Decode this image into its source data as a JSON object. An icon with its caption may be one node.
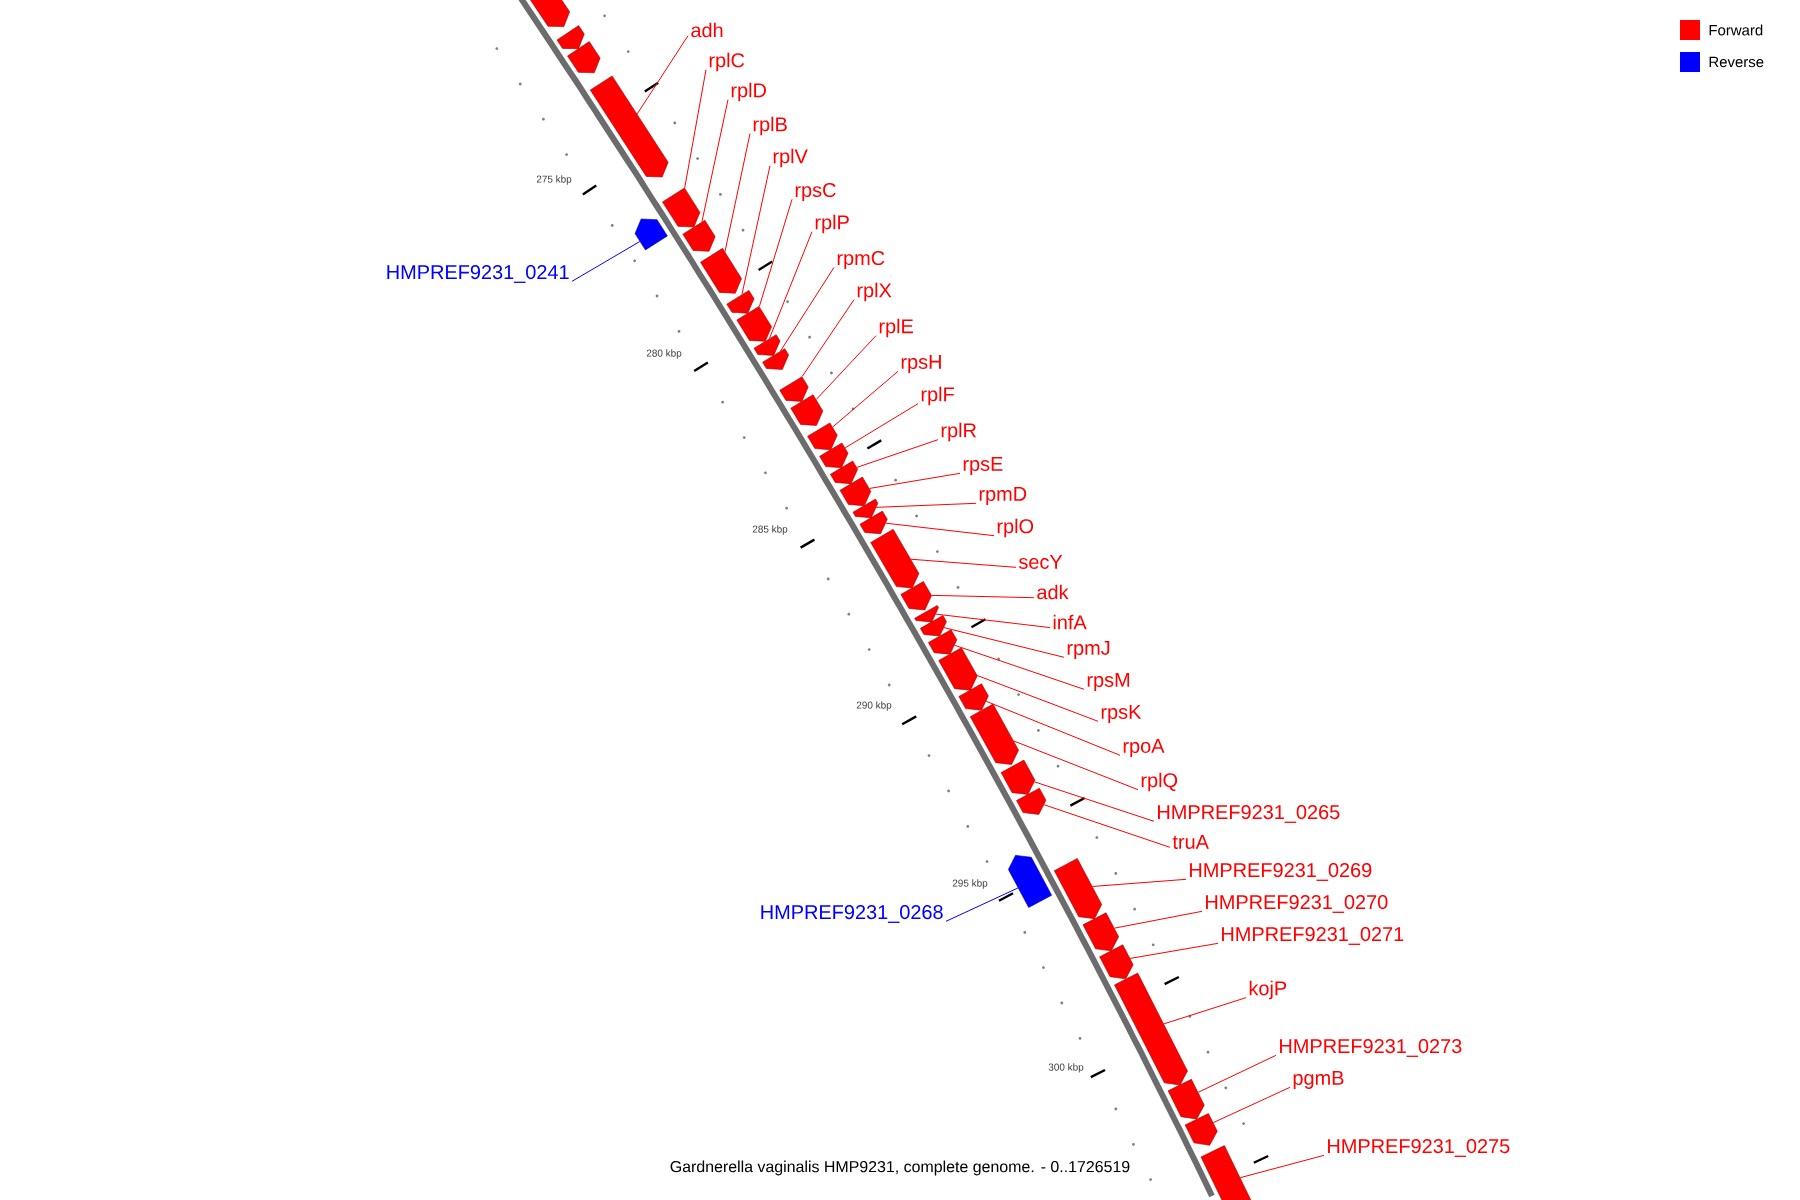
{
  "diagram": {
    "caption": "Gardnerella vaginalis HMP9231, complete genome. - 0..1726519",
    "nodes": [
      {
        "text": [],
        "shape": "arrow"
      },
      {
        "text": [],
        "shape": "arrow"
      },
      {
        "text": [],
        "shape": "arrow"
      },
      {
        "text": [
          "adh"
        ]
      },
      {
        "text": [],
        "shape": "arrow"
      },
      {
        "text": [
          "rplC"
        ]
      },
      {
        "text": [],
        "shape": "arrow"
      },
      {
        "text": [
          "rplD"
        ]
      },
      {
        "text": [],
        "shape": "arrow"
      },
      {
        "text": [
          "rplB"
        ]
      },
      {
        "text": [],
        "shape": "arrow"
      },
      {
        "text": [
          "rplV"
        ]
      },
      {
        "text": [],
        "shape": "arrow"
      },
      {
        "text": [
          "rpsC"
        ]
      },
      {
        "text": [],
        "shape": "arrow"
      },
      {
        "text": [
          "rplP"
        ]
      },
      {
        "text": [],
        "shape": "arrow"
      },
      {
        "text": [
          "rpmC"
        ]
      },
      {
        "text": [],
        "shape": "arrow"
      },
      {
        "text": [
          "HMPREF9231_0241"
        ]
      },
      {
        "text": [],
        "shape": "arrow"
      },
      {
        "text": [
          "rplX"
        ]
      },
      {
        "text": [],
        "shape": "arrow"
      },
      {
        "text": [
          "rplE"
        ]
      },
      {
        "text": [],
        "shape": "arrow"
      },
      {
        "text": [
          "rpsH"
        ]
      },
      {
        "text": [],
        "shape": "arrow"
      },
      {
        "text": [
          "rplF"
        ]
      },
      {
        "text": [],
        "shape": "arrow"
      },
      {
        "text": [
          "rplR"
        ]
      },
      {
        "text": [],
        "shape": "arrow"
      },
      {
        "text": [
          "rpsE"
        ]
      },
      {
        "text": [],
        "shape": "arrow"
      },
      {
        "text": [
          "rpmD"
        ]
      },
      {
        "text": [],
        "shape": "arrow"
      },
      {
        "text": [
          "rplO"
        ]
      },
      {
        "text": [],
        "shape": "arrow"
      },
      {
        "text": [
          "secY"
        ]
      },
      {
        "text": [],
        "shape": "arrow"
      },
      {
        "text": [
          "adk"
        ]
      },
      {
        "text": [],
        "shape": "arrow"
      },
      {
        "text": [
          "infA"
        ]
      },
      {
        "text": [],
        "shape": "arrow"
      },
      {
        "text": [
          "rpmJ"
        ]
      },
      {
        "text": [],
        "shape": "arrow"
      },
      {
        "text": [
          "rpsM"
        ]
      },
      {
        "text": [],
        "shape": "arrow"
      },
      {
        "text": [
          "rpsK"
        ]
      },
      {
        "text": [],
        "shape": "arrow"
      },
      {
        "text": [
          "rpoA"
        ]
      },
      {
        "text": [],
        "shape": "arrow"
      },
      {
        "text": [
          "rplQ"
        ]
      },
      {
        "text": [],
        "shape": "arrow"
      },
      {
        "text": [
          "HMPREF9231_0265"
        ]
      },
      {
        "text": [],
        "shape": "arrow"
      },
      {
        "text": [
          "truA"
        ]
      },
      {
        "text": [],
        "shape": "arrow"
      },
      {
        "text": [
          "HMPREF9231_0269"
        ]
      },
      {
        "text": [],
        "shape": "arrow"
      },
      {
        "text": [
          "HMPREF9231_0270"
        ]
      },
      {
        "text": [],
        "shape": "arrow"
      },
      {
        "text": [
          "HMPREF9231_0268"
        ]
      },
      {
        "text": [],
        "shape": "arrow"
      },
      {
        "text": [
          "HMPREF9231_0271"
        ]
      },
      {
        "text": [],
        "shape": "arrow"
      },
      {
        "text": [
          "kojP"
        ]
      },
      {
        "text": [],
        "shape": "arrow"
      },
      {
        "text": [
          "HMPREF9231_0273"
        ]
      },
      {
        "text": [],
        "shape": "arrow"
      },
      {
        "text": [
          "pgmB"
        ]
      },
      {
        "text": [],
        "shape": "arrow"
      },
      {
        "text": [
          "HMPREF9231_0275"
        ]
      },
      {
        "text": [],
        "shape": "arrow"
      }
    ],
    "edges": [
      {
        "from": 3,
        "to": 4,
        "arrow": "none"
      },
      {
        "from": 5,
        "to": 6,
        "arrow": "none"
      },
      {
        "from": 7,
        "to": 8,
        "arrow": "none"
      },
      {
        "from": 9,
        "to": 10,
        "arrow": "none"
      },
      {
        "from": 11,
        "to": 12,
        "arrow": "none"
      },
      {
        "from": 13,
        "to": 14,
        "arrow": "none"
      },
      {
        "from": 15,
        "to": 16,
        "arrow": "none"
      },
      {
        "from": 17,
        "to": 18,
        "arrow": "none"
      },
      {
        "from": 19,
        "to": 20,
        "arrow": "none",
        "color": "#0000ff"
      },
      {
        "from": 21,
        "to": 22,
        "arrow": "none"
      },
      {
        "from": 23,
        "to": 24,
        "arrow": "none"
      },
      {
        "from": 25,
        "to": 26,
        "arrow": "none"
      },
      {
        "from": 27,
        "to": 28,
        "arrow": "none"
      },
      {
        "from": 29,
        "to": 30,
        "arrow": "none"
      },
      {
        "from": 31,
        "to": 32,
        "arrow": "none"
      },
      {
        "from": 33,
        "to": 34,
        "arrow": "none"
      },
      {
        "from": 35,
        "to": 36,
        "arrow": "none"
      },
      {
        "from": 37,
        "to": 38,
        "arrow": "none"
      },
      {
        "from": 39,
        "to": 40,
        "arrow": "none"
      },
      {
        "from": 41,
        "to": 42,
        "arrow": "none"
      },
      {
        "from": 43,
        "to": 44,
        "arrow": "none"
      },
      {
        "from": 45,
        "to": 46,
        "arrow": "none"
      },
      {
        "from": 47,
        "to": 48,
        "arrow": "none"
      },
      {
        "from": 49,
        "to": 50,
        "arrow": "none"
      },
      {
        "from": 51,
        "to": 52,
        "arrow": "none"
      },
      {
        "from": 53,
        "to": 54,
        "arrow": "none"
      },
      {
        "from": 55,
        "to": 56,
        "arrow": "none"
      },
      {
        "from": 57,
        "to": 58,
        "arrow": "none"
      },
      {
        "from": 59,
        "to": 60,
        "arrow": "none"
      },
      {
        "from": 61,
        "to": 62,
        "arrow": "none",
        "color": "#0000ff"
      },
      {
        "from": 63,
        "to": 64,
        "arrow": "none"
      },
      {
        "from": 65,
        "to": 66,
        "arrow": "none"
      },
      {
        "from": 67,
        "to": 68,
        "arrow": "none"
      },
      {
        "from": 69,
        "to": 70,
        "arrow": "none"
      },
      {
        "from": 71,
        "to": 72,
        "arrow": "none"
      }
    ],
    "labels": [
      "275 kbp",
      "280 kbp",
      "285 kbp",
      "290 kbp",
      "295 kbp",
      "300 kbp"
    ],
    "legend": [
      {
        "text": "Forward",
        "color": "#ff0000"
      },
      {
        "text": "Reverse",
        "color": "#0000ff"
      }
    ]
  }
}
